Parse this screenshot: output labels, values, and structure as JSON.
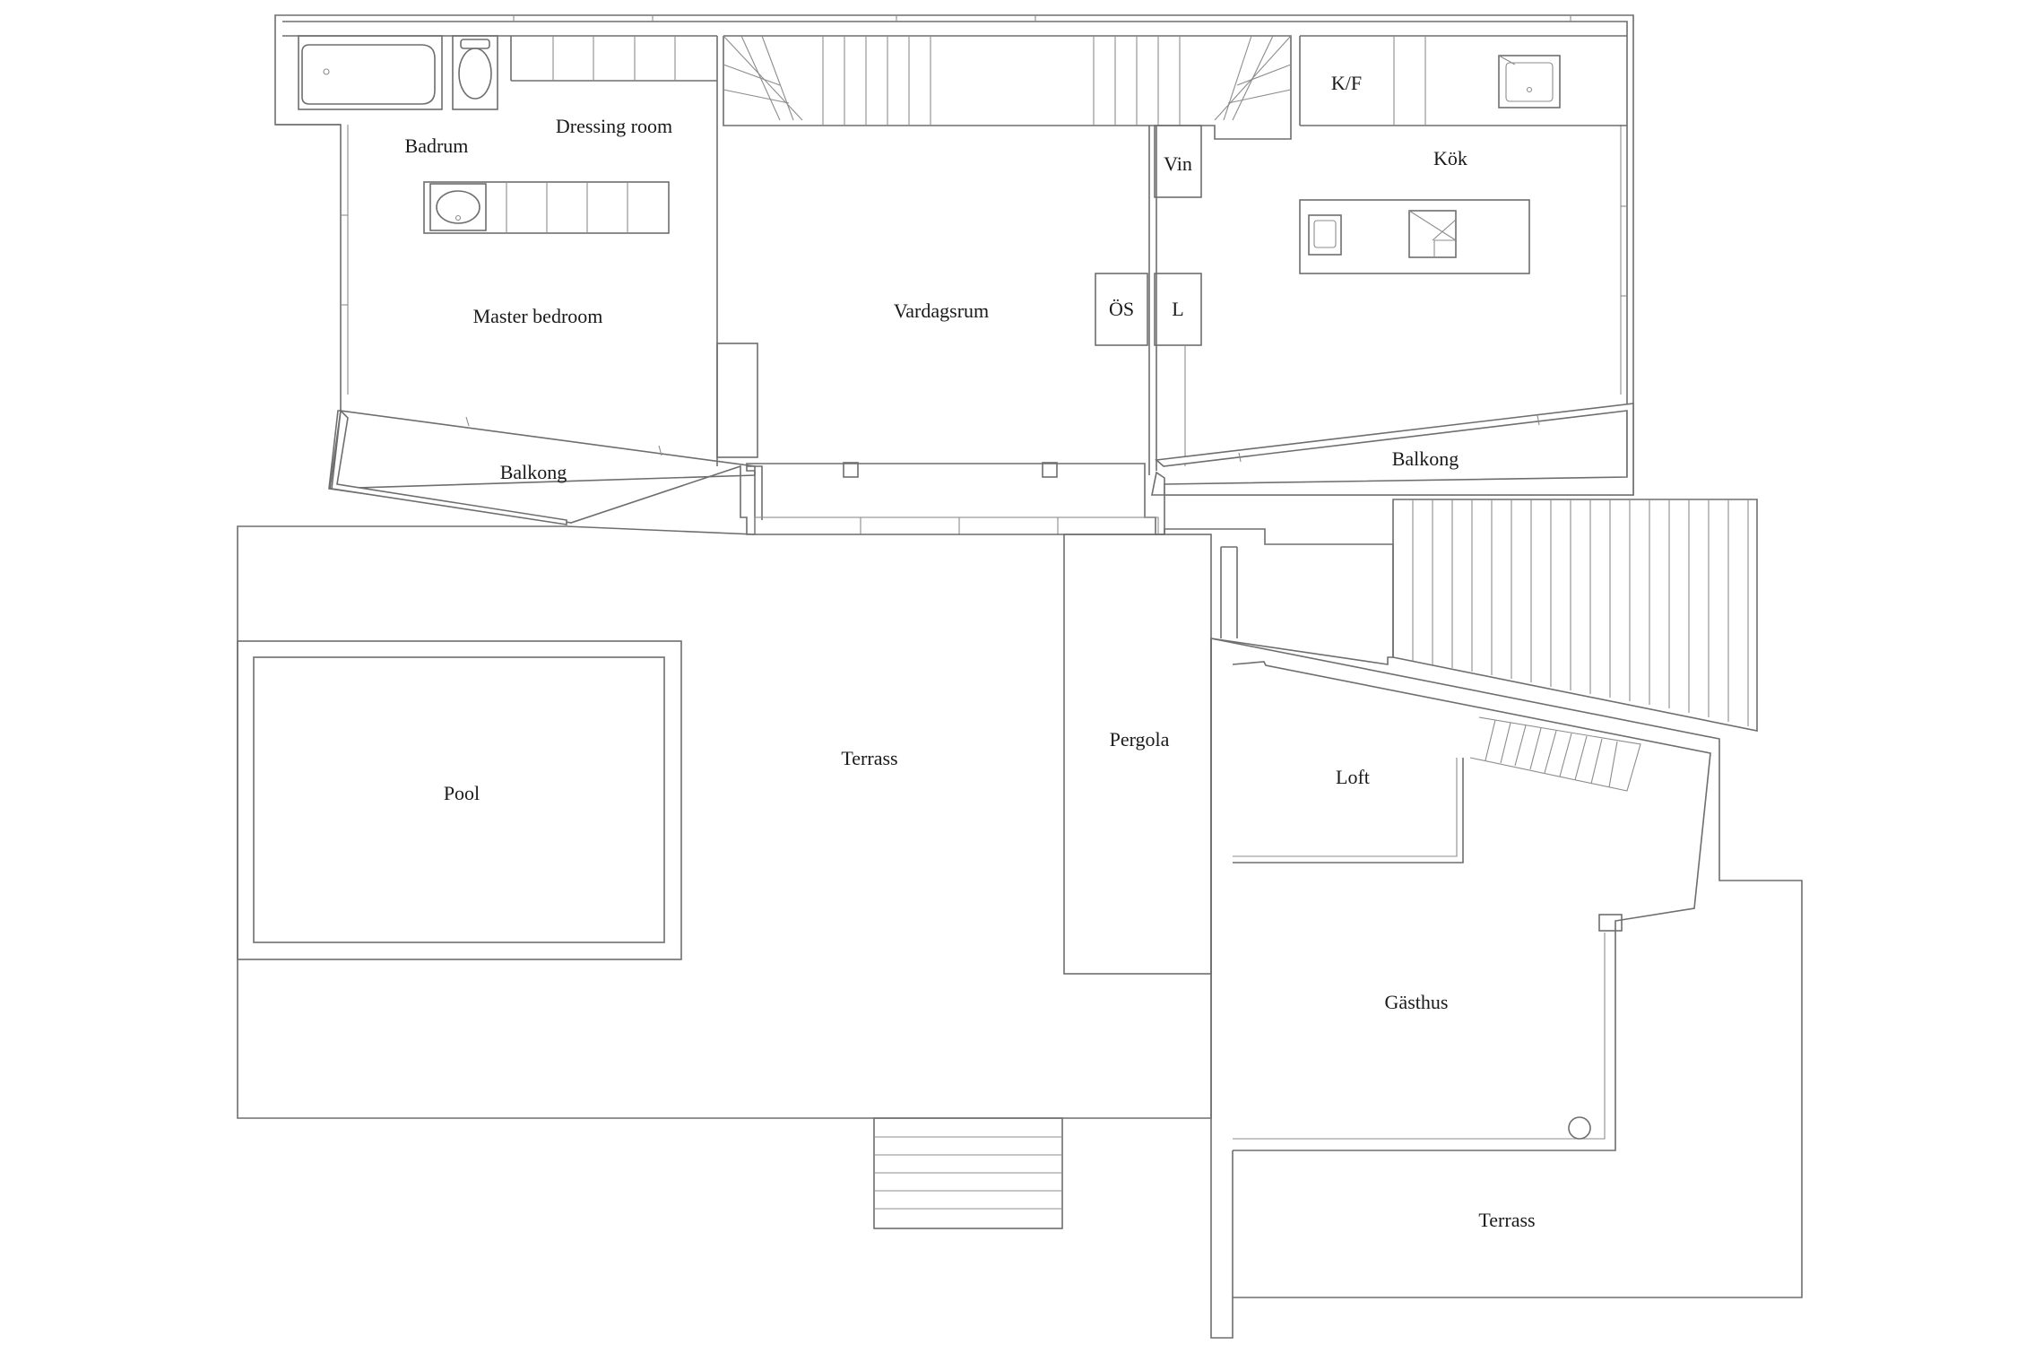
{
  "floorplan": {
    "rooms": {
      "badrum": "Badrum",
      "dressing_room": "Dressing room",
      "master_bedroom": "Master bedroom",
      "balkong_left": "Balkong",
      "vardagsrum": "Vardagsrum",
      "os": "ÖS",
      "l": "L",
      "vin": "Vin",
      "kf": "K/F",
      "kok": "Kök",
      "balkong_right": "Balkong",
      "pool": "Pool",
      "terrass_main": "Terrass",
      "pergola": "Pergola",
      "loft": "Loft",
      "gasthus": "Gästhus",
      "terrass_guest": "Terrass"
    },
    "fixtures": [
      "bathtub",
      "toilet",
      "washbasin",
      "kitchen-sink",
      "island-sink",
      "cooktop",
      "stove-pipe"
    ]
  }
}
